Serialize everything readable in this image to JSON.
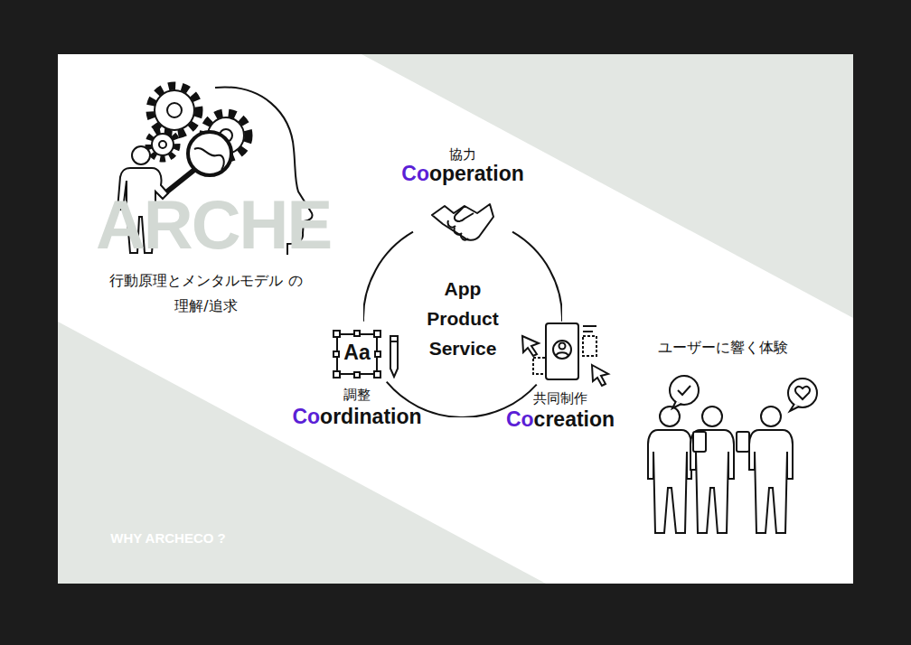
{
  "diagram": {
    "nodes": [
      {
        "text": [
          "App Product Service"
        ]
      }
    ],
    "labels": [
      "ARCHE",
      "行動原理とメンタルモデル の理解/追求",
      "協力",
      "Cooperation",
      "Aa",
      "調整",
      "Coordination",
      "共同制作",
      "Cocreation",
      "ユーザーに響く体験",
      "WHY ARCHECO ?"
    ]
  }
}
